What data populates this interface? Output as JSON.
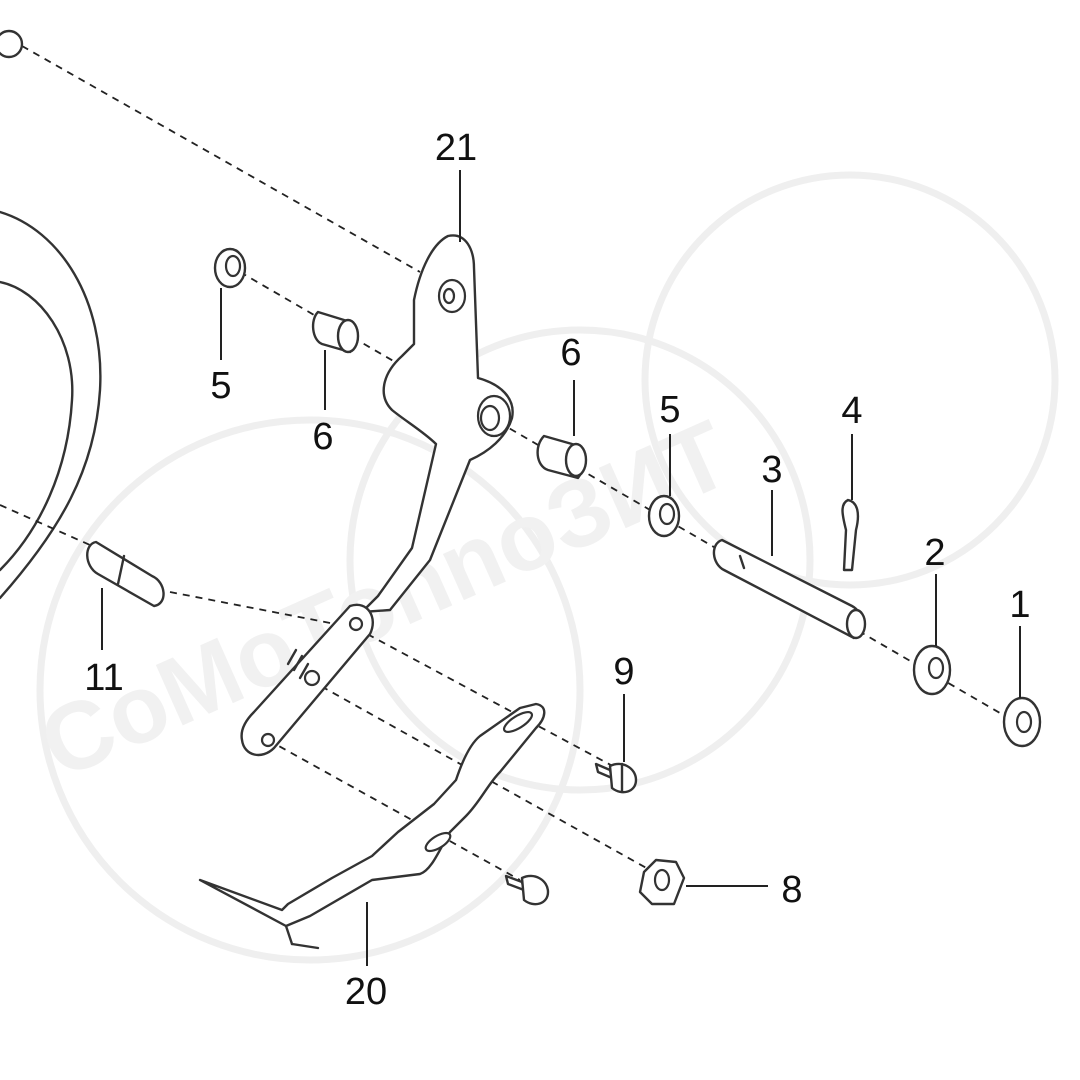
{
  "diagram": {
    "watermark": {
      "text": "CoMoTonnoЗИT"
    },
    "callouts": [
      {
        "id": "c1",
        "label": "1"
      },
      {
        "id": "c2",
        "label": "2"
      },
      {
        "id": "c3",
        "label": "3"
      },
      {
        "id": "c4",
        "label": "4"
      },
      {
        "id": "c5a",
        "label": "5"
      },
      {
        "id": "c5b",
        "label": "5"
      },
      {
        "id": "c6a",
        "label": "6"
      },
      {
        "id": "c6b",
        "label": "6"
      },
      {
        "id": "c8",
        "label": "8"
      },
      {
        "id": "c9",
        "label": "9"
      },
      {
        "id": "c11",
        "label": "11"
      },
      {
        "id": "c20",
        "label": "20"
      },
      {
        "id": "c21",
        "label": "21"
      }
    ]
  }
}
